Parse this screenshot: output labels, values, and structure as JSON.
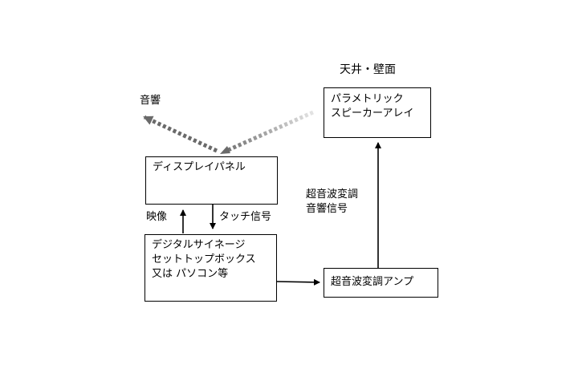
{
  "nodes": {
    "display_panel": {
      "lines": [
        "ディスプレイパネル"
      ]
    },
    "signage_box": {
      "lines": [
        "デジタルサイネージ",
        "セットトップボックス",
        "又は パソコン等"
      ]
    },
    "amplifier": {
      "lines": [
        "超音波変調アンプ"
      ]
    },
    "speaker_array": {
      "lines": [
        "パラメトリック",
        "スピーカーアレイ"
      ]
    }
  },
  "labels": {
    "ceiling_wall": "天井・壁面",
    "sound": "音響",
    "video": "映像",
    "touch_signal": "タッチ信号",
    "modulated_signal": [
      "超音波変調",
      "音響信号"
    ]
  },
  "colors": {
    "line": "#000000",
    "reflect_dark": "#6a6a6a",
    "reflect_light": "#c8c8c8"
  }
}
